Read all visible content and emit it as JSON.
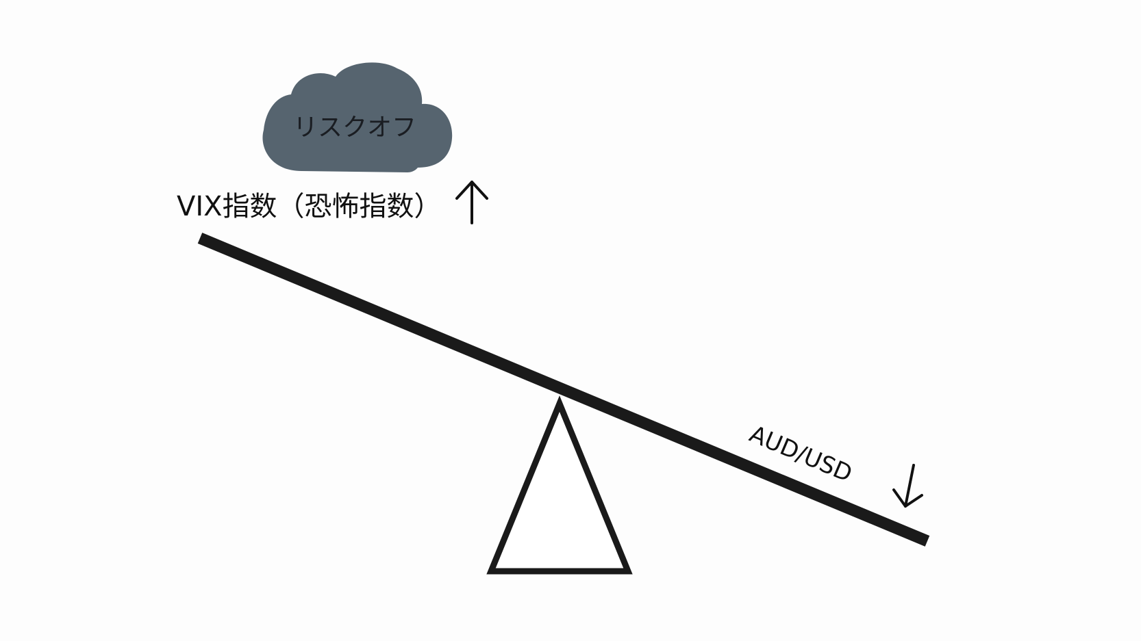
{
  "cloud": {
    "label": "リスクオフ",
    "color": "#56646f"
  },
  "left_indicator": {
    "label": "VIX指数（恐怖指数）",
    "direction": "up",
    "icon": "arrow-up-icon"
  },
  "right_indicator": {
    "label": "AUD/USD",
    "direction": "down",
    "icon": "arrow-down-icon"
  },
  "colors": {
    "ink": "#1a1a1a",
    "background": "#fdfdfd"
  }
}
